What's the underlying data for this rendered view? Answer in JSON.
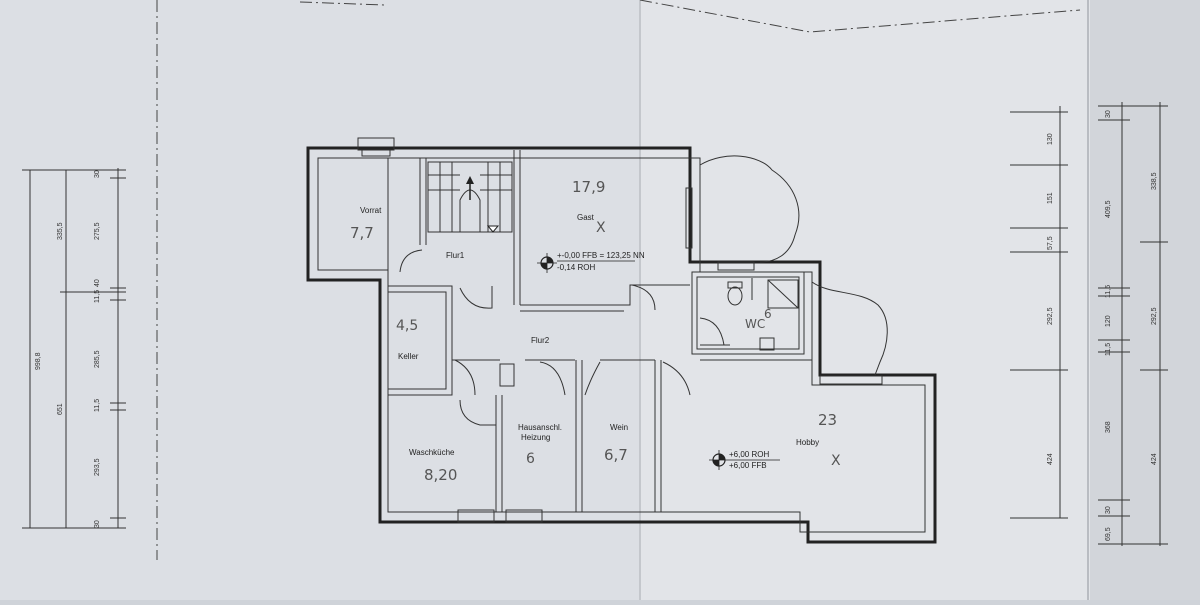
{
  "rooms": {
    "vorrat": {
      "name": "Vorrat",
      "area": "7,7"
    },
    "flur1": {
      "name": "Flur1"
    },
    "gast": {
      "name": "Gast",
      "area": "17,9"
    },
    "keller": {
      "name": "Keller",
      "area": "4,5"
    },
    "flur2": {
      "name": "Flur2"
    },
    "wc": {
      "name": "WC",
      "area": "6"
    },
    "waschkueche": {
      "name": "Waschküche",
      "area": "8,20"
    },
    "hausanschluss": {
      "name_line1": "Hausanschl.",
      "name_line2": "Heizung",
      "area": "6"
    },
    "wein": {
      "name": "Wein",
      "area": "6,7"
    },
    "hobby": {
      "name": "Hobby",
      "area": "23"
    }
  },
  "levels": {
    "gast_line1": "+-0,00 FFB = 123,25 NN",
    "gast_line2": "-0,14 ROH",
    "hobby_line1": "+6,00 ROH",
    "hobby_line2": "+6,00 FFB"
  },
  "marks": {
    "cross": "X"
  },
  "dimensions": {
    "left_outer": [
      "998,8"
    ],
    "left_middle": [
      "335,5",
      "651"
    ],
    "left_inner": [
      "30",
      "275,5",
      "40",
      "11,5",
      "285,5",
      "11,5",
      "293,5",
      "30"
    ],
    "right_a": [
      "130",
      "151",
      "57,5",
      "292,5",
      "368",
      "424"
    ],
    "right_b": [
      "30",
      "409,5",
      "11,5",
      "120",
      "11,5",
      "30",
      "69,5"
    ],
    "right_c": [
      "338,5",
      "292,5",
      "424"
    ]
  }
}
